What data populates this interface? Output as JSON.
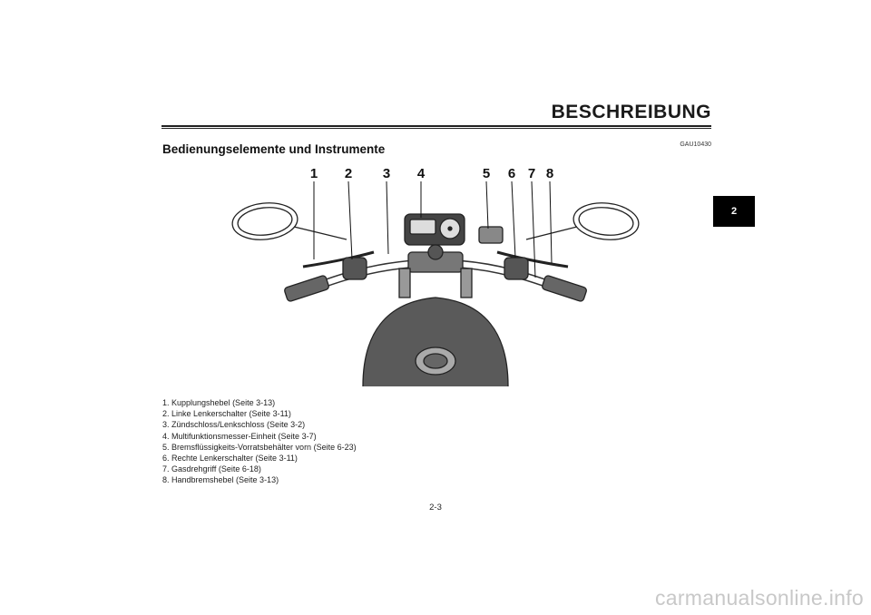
{
  "header": {
    "title": "BESCHREIBUNG",
    "doc_code": "GAU10430"
  },
  "section": {
    "title": "Bedienungselemente und Instrumente"
  },
  "chapter_tab": "2",
  "illustration": {
    "callouts": [
      "1",
      "2",
      "3",
      "4",
      "5",
      "6",
      "7",
      "8"
    ]
  },
  "legend": [
    "1. Kupplungshebel (Seite 3-13)",
    "2. Linke Lenkerschalter (Seite 3-11)",
    "3. Zündschloss/Lenkschloss (Seite 3-2)",
    "4. Multifunktionsmesser-Einheit (Seite 3-7)",
    "5. Bremsflüssigkeits-Vorratsbehälter vorn (Seite 6-23)",
    "6. Rechte Lenkerschalter (Seite 3-11)",
    "7. Gasdrehgriff (Seite 6-18)",
    "8. Handbremshebel (Seite 3-13)"
  ],
  "page_number": "2-3",
  "watermark": "carmanualsonline.info"
}
